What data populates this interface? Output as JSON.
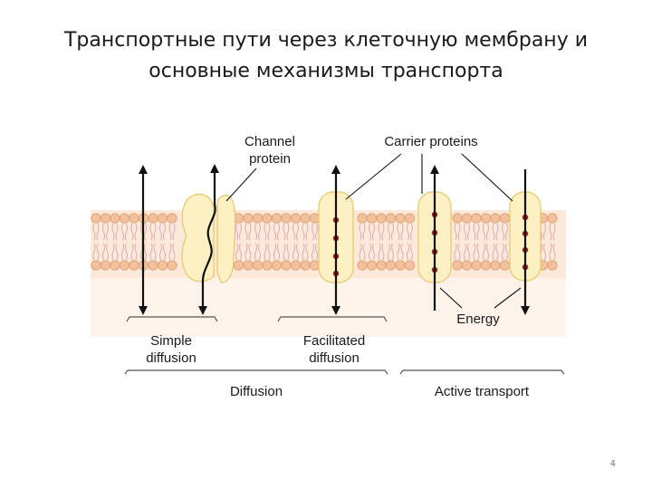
{
  "slide": {
    "title_line1": "Транспортные пути через клеточную мембрану и",
    "title_line2": "основные механизмы транспорта",
    "page_number": "4"
  },
  "diagram": {
    "labels": {
      "channel_protein_1": "Channel",
      "channel_protein_2": "protein",
      "carrier_proteins": "Carrier proteins",
      "energy": "Energy",
      "simple_diffusion_1": "Simple",
      "simple_diffusion_2": "diffusion",
      "facilitated_diffusion_1": "Facilitated",
      "facilitated_diffusion_2": "diffusion",
      "diffusion": "Diffusion",
      "active_transport": "Active transport"
    },
    "colors": {
      "head": "#f2c19c",
      "head_stroke": "#d99e74",
      "tail": "#d8a9b6",
      "membrane_bg": "#fde9d9",
      "below_bg": "#fdf3ea",
      "protein_fill": "#fdf1c4",
      "protein_stroke": "#e6c66a",
      "molecule": "#9a1d1d",
      "arrow": "#111111"
    }
  }
}
